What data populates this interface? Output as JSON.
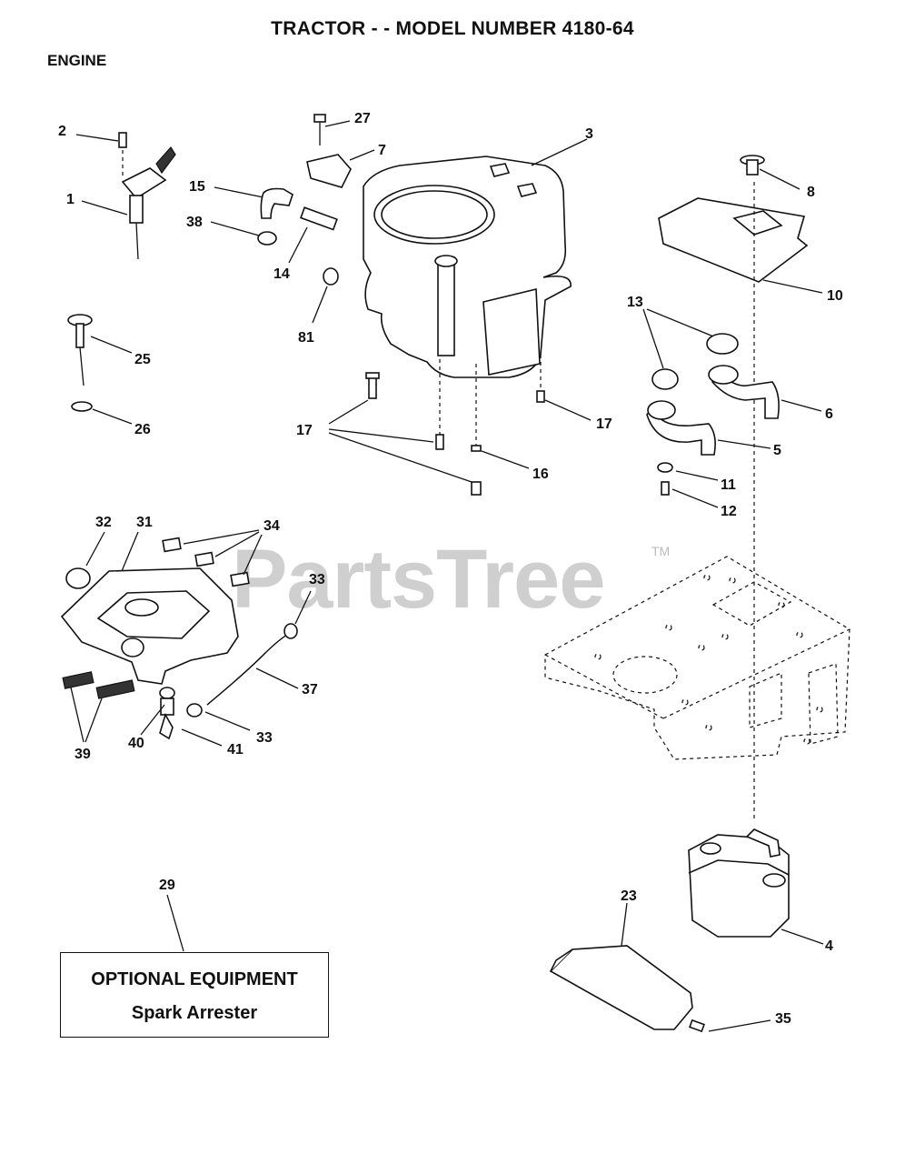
{
  "header": {
    "title": "TRACTOR - - MODEL NUMBER 4180-64",
    "subtitle": "ENGINE"
  },
  "watermark": {
    "brand": "PartsTree",
    "tm": "TM"
  },
  "optional_box": {
    "line1": "OPTIONAL EQUIPMENT",
    "line2": "Spark Arrester"
  },
  "callouts": {
    "c1": "1",
    "c2": "2",
    "c3": "3",
    "c4": "4",
    "c5": "5",
    "c6": "6",
    "c7": "7",
    "c8": "8",
    "c10": "10",
    "c11": "11",
    "c12": "12",
    "c13": "13",
    "c14": "14",
    "c15": "15",
    "c16": "16",
    "c17a": "17",
    "c17b": "17",
    "c23": "23",
    "c25": "25",
    "c26": "26",
    "c27": "27",
    "c29": "29",
    "c31": "31",
    "c32": "32",
    "c33a": "33",
    "c33b": "33",
    "c34": "34",
    "c35": "35",
    "c37": "37",
    "c38": "38",
    "c39": "39",
    "c40": "40",
    "c41": "41",
    "c81": "81"
  }
}
